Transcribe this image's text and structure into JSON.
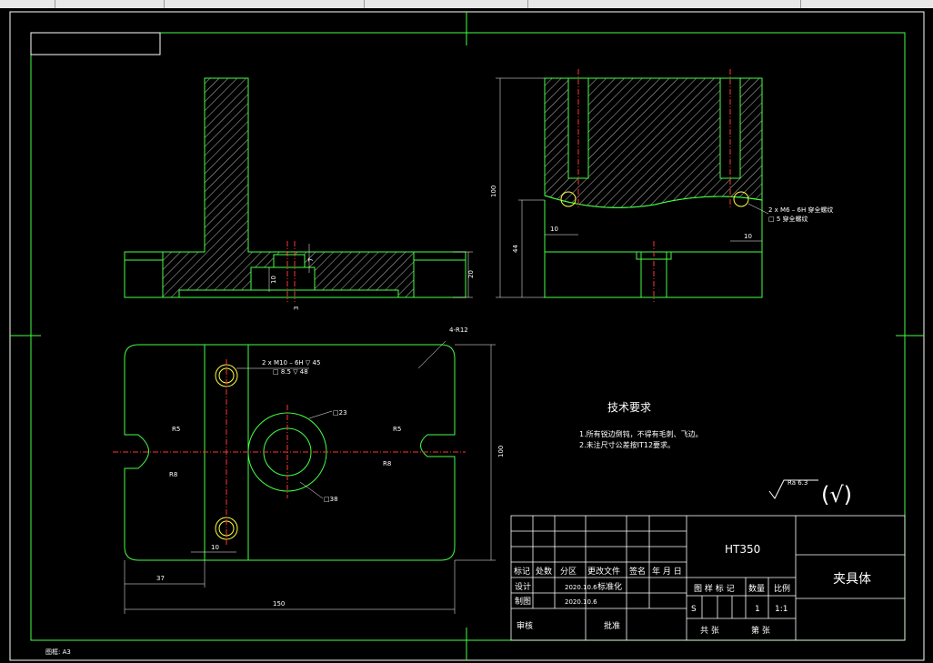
{
  "drawing": {
    "format_label": "图框: A3",
    "tech_requirements": {
      "title": "技术要求",
      "items": [
        "1.所有锐边倒钝，不得有毛刺、飞边。",
        "2.未注尺寸公差按IT12要求。"
      ]
    },
    "roughness": {
      "label": "Ra 6.3",
      "symbol": "(√)"
    },
    "front_view_dims": {
      "d_10": "10",
      "d_20": "20",
      "d_7": "7",
      "d_3": "3"
    },
    "side_view_dims": {
      "height": "100",
      "height_44": "44",
      "offset_left": "10",
      "offset_right": "10",
      "hole_note_1": "2 x  M6 – 6H 穿全螺纹",
      "hole_note_2": "□ 5 穿全螺纹"
    },
    "top_view_dims": {
      "corner_radius": "4-R12",
      "hole_note_1": "2 x  M10 – 6H ▽ 45",
      "hole_note_2": "□ 8.5 ▽ 48",
      "boss_small": "□23",
      "boss_large": "□38",
      "r5_left": "R5",
      "r8_left": "R8",
      "r5_right": "R5",
      "r8_right": "R8",
      "width": "150",
      "offset_37": "37",
      "offset_10": "10",
      "height": "100"
    }
  },
  "title_block": {
    "material": "HT350",
    "part_name": "夹具体",
    "headers": {
      "mark": "标记",
      "count": "处数",
      "zone": "分区",
      "change_doc": "更改文件",
      "sign": "签名",
      "date": "年 月 日"
    },
    "rows": {
      "design": "设计",
      "design_date": "2020.10.6",
      "standard": "标准化",
      "draw": "制图",
      "draw_date": "2020.10.6",
      "review": "审核",
      "approve": "批准"
    },
    "labels": {
      "stage_mark": "图 样 标 记",
      "weight": "数量",
      "scale": "比例",
      "stage_value": "S",
      "weight_value": "1",
      "scale_value": "1:1",
      "total": "共   张",
      "sheet": "第   张"
    }
  }
}
